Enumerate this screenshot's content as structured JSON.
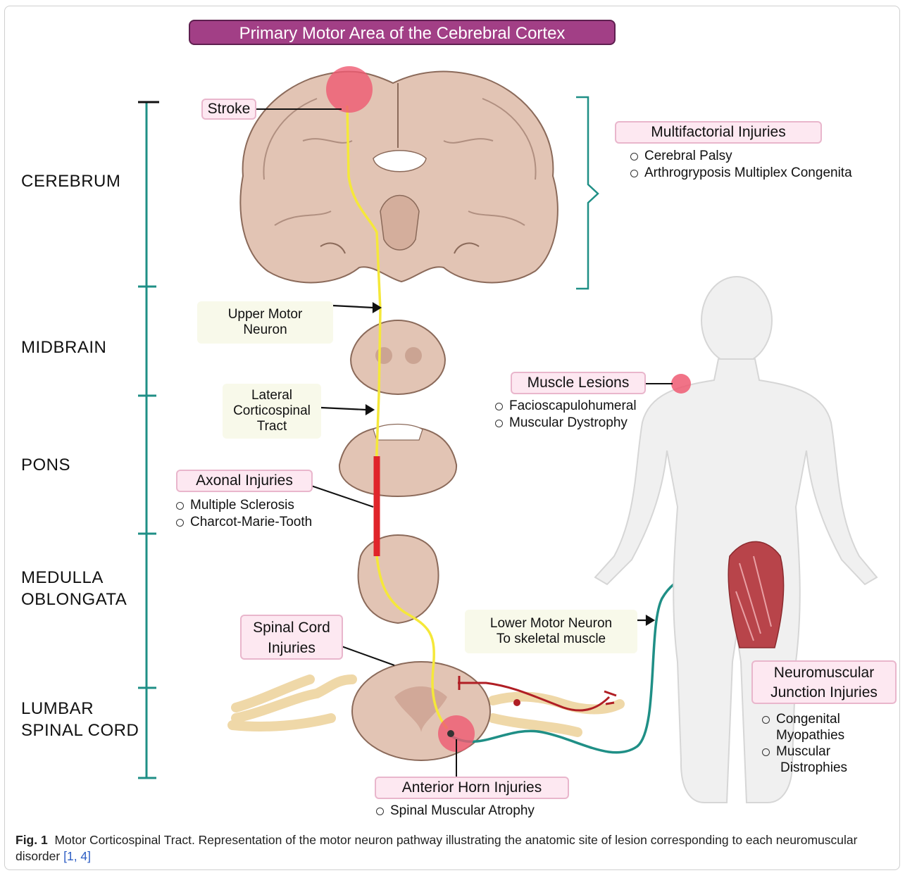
{
  "title": "Primary Motor Area of the Cebrebral  Cortex",
  "levels": {
    "cerebrum": "CEREBRUM",
    "midbrain": "MIDBRAIN",
    "pons": "PONS",
    "medulla_1": "MEDULLA",
    "medulla_2": "OBLONGATA",
    "lumbar_1": "LUMBAR",
    "lumbar_2": "SPINAL CORD"
  },
  "pathway_labels": {
    "upper_1": "Upper Motor",
    "upper_2": "Neuron",
    "lateral_1": "Lateral",
    "lateral_2": "Corticospinal",
    "lateral_3": "Tract",
    "lower_1": "Lower Motor Neuron",
    "lower_2": "To skeletal muscle"
  },
  "injuries": {
    "stroke": "Stroke",
    "multifactorial": {
      "title": "Multifactorial Injuries",
      "items": [
        "Cerebral Palsy",
        "Arthrogryposis Multiplex Congenita"
      ]
    },
    "axonal": {
      "title": "Axonal Injuries",
      "items": [
        "Multiple Sclerosis",
        "Charcot-Marie-Tooth"
      ]
    },
    "spinal_cord": {
      "title_1": "Spinal Cord",
      "title_2": "Injuries"
    },
    "anterior_horn": {
      "title": "Anterior Horn Injuries",
      "items": [
        "Spinal Muscular Atrophy"
      ]
    },
    "muscle": {
      "title": "Muscle Lesions",
      "items": [
        "Facioscapulohumeral",
        "Muscular Dystrophy"
      ]
    },
    "nmj": {
      "title_1": "Neuromuscular",
      "title_2": "Junction Injuries",
      "items": [
        "Congenital",
        "Myopathies",
        "Muscular",
        "Distrophies"
      ]
    }
  },
  "caption": {
    "label": "Fig. 1",
    "text": "Motor Corticospinal Tract. Representation of the motor neuron pathway illustrating the anatomic site of lesion corresponding to each neuromuscular disorder",
    "refs": "[1, 4]"
  },
  "colors": {
    "banner": "#a23f86",
    "scale_line": "#1f8f86",
    "tract": "#f5e83a",
    "lesion_red": "#e0242a",
    "lower_motor": "#1f8f86",
    "tissue": "#e2c4b4",
    "lesion_pink": "#ef5a72"
  }
}
